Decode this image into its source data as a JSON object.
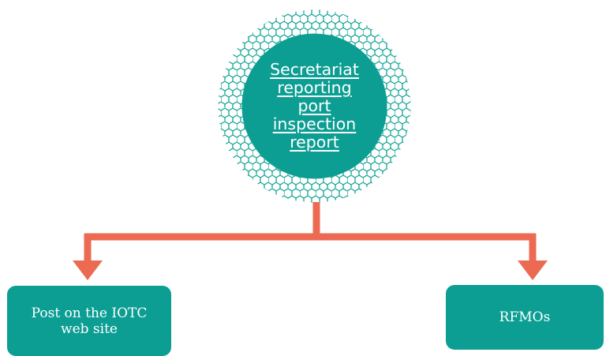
{
  "center_node": {
    "label_lines": [
      "Secretariat",
      "reporting",
      "port",
      "inspection",
      "report"
    ]
  },
  "left_node": {
    "label": "Post on the IOTC web site"
  },
  "right_node": {
    "label": "RFMOs"
  },
  "colors": {
    "teal": "#0d9e93",
    "connector": "#ec6a52",
    "background": "#ffffff"
  }
}
